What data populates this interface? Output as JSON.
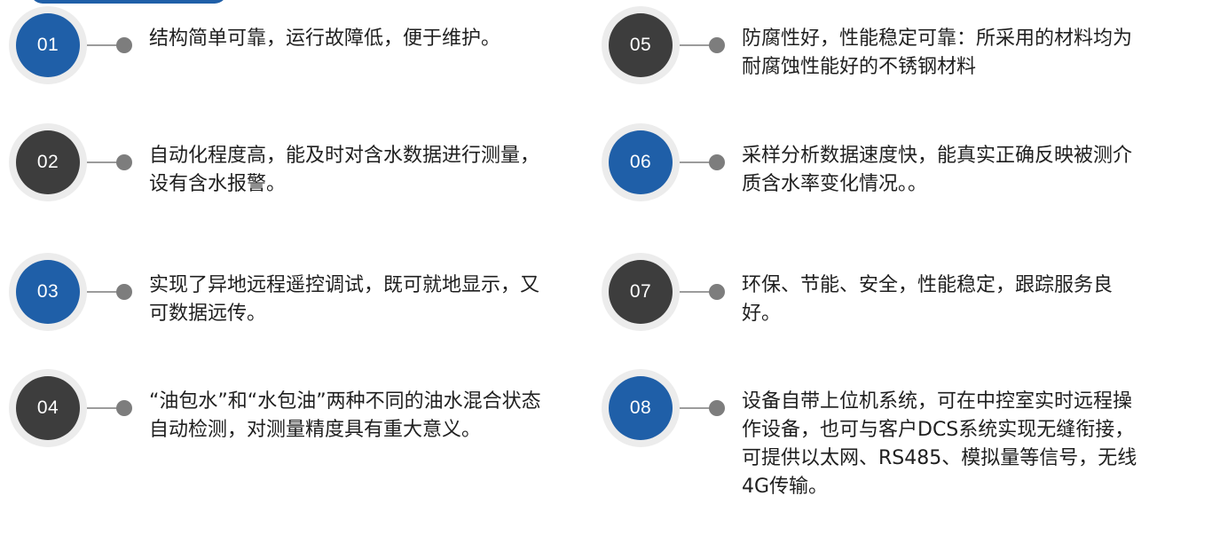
{
  "features": [
    {
      "num": "01",
      "text": "结构简单可靠，运行故障低，便于维护。"
    },
    {
      "num": "02",
      "text": "自动化程度高，能及时对含水数据进行测量，设有含水报警。"
    },
    {
      "num": "03",
      "text": "实现了异地远程遥控调试，既可就地显示，又可数据远传。"
    },
    {
      "num": "04",
      "text": "“油包水”和“水包油”两种不同的油水混合状态自动检测，对测量精度具有重大意义。"
    },
    {
      "num": "05",
      "text": "防腐性好，性能稳定可靠：所采用的材料均为耐腐蚀性能好的不锈钢材料"
    },
    {
      "num": "06",
      "text": "采样分析数据速度快，能真实正确反映被测介质含水率变化情况。。"
    },
    {
      "num": "07",
      "text": "环保、节能、安全，性能稳定，跟踪服务良好。"
    },
    {
      "num": "08",
      "text": "设备自带上位机系统，可在中控室实时远程操作设备，也可与客户DCS系统实现无缝衔接，可提供以太网、RS485、模拟量等信号，无线4G传输。"
    }
  ],
  "colors": {
    "blue": "#1f5fa8",
    "dark": "#3d3d3d",
    "ring": "#ececec",
    "connector": "#9c9c9c",
    "dot": "#7d7d7d"
  }
}
